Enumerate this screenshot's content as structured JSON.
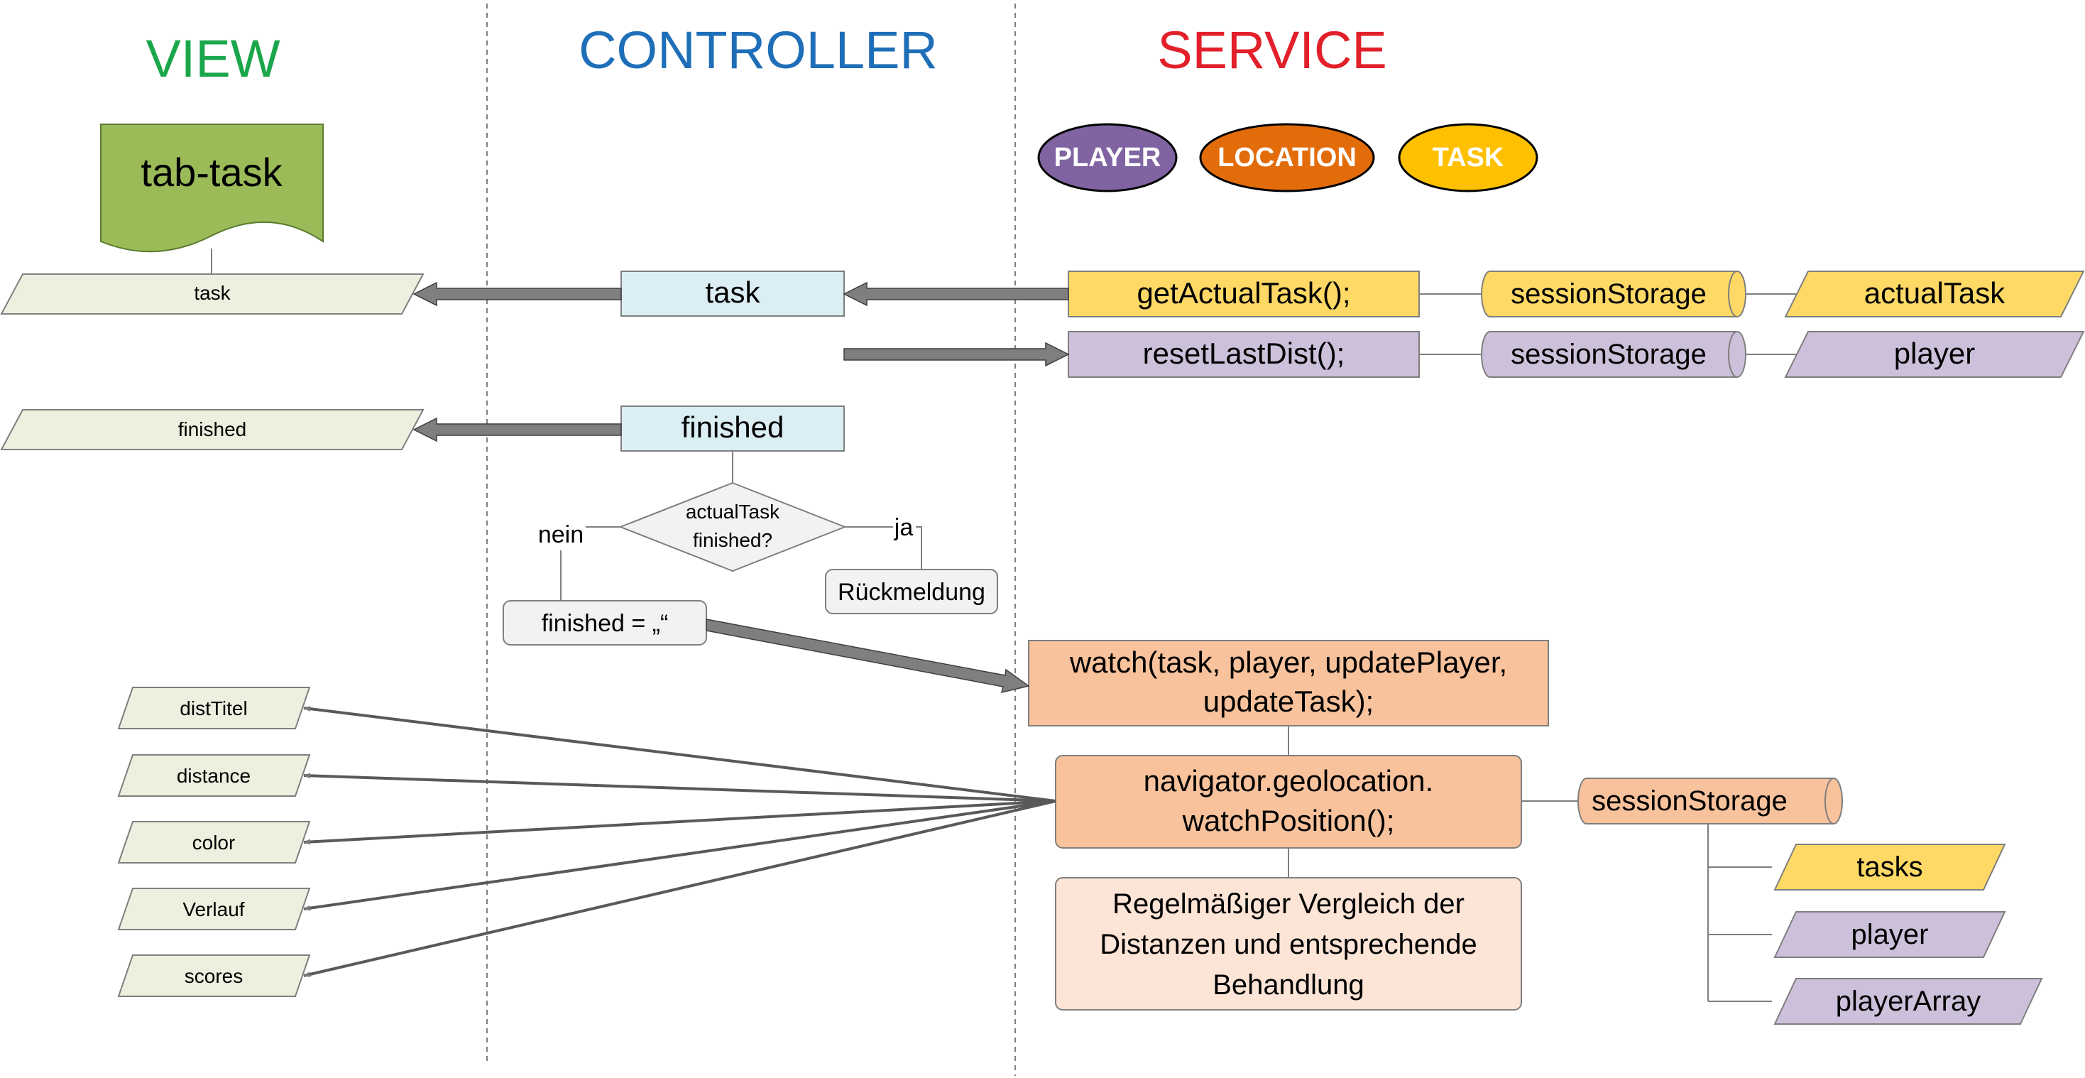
{
  "headers": {
    "view": "VIEW",
    "controller": "CONTROLLER",
    "service": "SERVICE"
  },
  "colors": {
    "view": "#1aa64a",
    "controller": "#1f6fb8",
    "service": "#e2202a",
    "player_fill": "#8064a2",
    "location_fill": "#e36c0a",
    "task_fill": "#ffc000",
    "task_light": "#ffd966",
    "player_light": "#ccc0da",
    "orange_mid": "#f8c29c",
    "orange_light": "#fce4d6",
    "view_green": "#ebf1de",
    "doc_green": "#9bbb59",
    "ctrl_blue": "#daeef3"
  },
  "legend": {
    "player": "PLAYER",
    "location": "LOCATION",
    "task": "TASK"
  },
  "view": {
    "document": "tab-task",
    "task": "task",
    "finished": "finished",
    "dist_titel": "distTitel",
    "distance": "distance",
    "color": "color",
    "verlauf": "Verlauf",
    "scores": "scores"
  },
  "controller": {
    "task": "task",
    "finished": "finished",
    "decision_line1": "actualTask",
    "decision_line2": "finished?",
    "no_label": "nein",
    "yes_label": "ja",
    "feedback": "Rückmeldung",
    "assign": "finished = „“"
  },
  "service": {
    "get_actual_task": "getActualTask();",
    "reset_last_dist": "resetLastDist();",
    "session_storage": "sessionStorage",
    "actual_task": "actualTask",
    "player": "player",
    "watch_line1": "watch(task, player, updatePlayer,",
    "watch_line2": "updateTask);",
    "geo_line1": "navigator.geolocation.",
    "geo_line2": "watchPosition();",
    "compare_line1": "Regelmäßiger Vergleich der",
    "compare_line2": "Distanzen und entsprechende",
    "compare_line3": "Behandlung",
    "tasks": "tasks",
    "player_array": "playerArray"
  }
}
